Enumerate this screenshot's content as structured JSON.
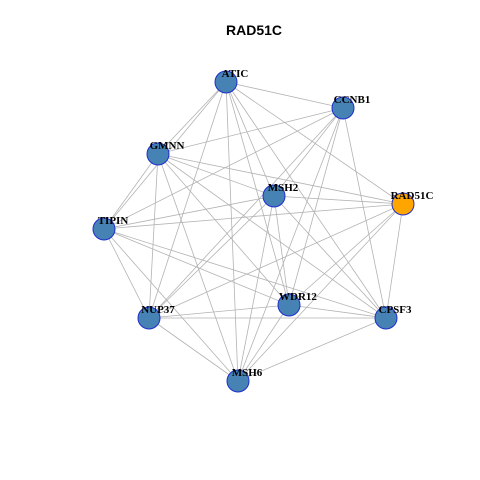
{
  "title": "RAD51C",
  "colors": {
    "default_node": "#4682B4",
    "highlight_node": "#FFA500",
    "node_stroke": "#1f2ecc",
    "edge": "#b3b3b3"
  },
  "nodes": [
    {
      "id": "ATIC",
      "label": "ATIC",
      "highlight": false
    },
    {
      "id": "CCNB1",
      "label": "CCNB1",
      "highlight": false
    },
    {
      "id": "GMNN",
      "label": "GMNN",
      "highlight": false
    },
    {
      "id": "MSH2",
      "label": "MSH2",
      "highlight": false
    },
    {
      "id": "RAD51C",
      "label": "RAD51C",
      "highlight": true
    },
    {
      "id": "TIPIN",
      "label": "TIPIN",
      "highlight": false
    },
    {
      "id": "NUP37",
      "label": "NUP37",
      "highlight": false
    },
    {
      "id": "WDR12",
      "label": "WDR12",
      "highlight": false
    },
    {
      "id": "CPSF3",
      "label": "CPSF3",
      "highlight": false
    },
    {
      "id": "MSH6",
      "label": "MSH6",
      "highlight": false
    }
  ],
  "edges": [
    [
      "ATIC",
      "CCNB1"
    ],
    [
      "ATIC",
      "GMNN"
    ],
    [
      "ATIC",
      "MSH2"
    ],
    [
      "ATIC",
      "RAD51C"
    ],
    [
      "ATIC",
      "TIPIN"
    ],
    [
      "ATIC",
      "NUP37"
    ],
    [
      "ATIC",
      "WDR12"
    ],
    [
      "ATIC",
      "CPSF3"
    ],
    [
      "ATIC",
      "MSH6"
    ],
    [
      "CCNB1",
      "GMNN"
    ],
    [
      "CCNB1",
      "MSH2"
    ],
    [
      "CCNB1",
      "TIPIN"
    ],
    [
      "CCNB1",
      "NUP37"
    ],
    [
      "CCNB1",
      "WDR12"
    ],
    [
      "CCNB1",
      "CPSF3"
    ],
    [
      "CCNB1",
      "MSH6"
    ],
    [
      "GMNN",
      "MSH2"
    ],
    [
      "GMNN",
      "RAD51C"
    ],
    [
      "GMNN",
      "TIPIN"
    ],
    [
      "GMNN",
      "NUP37"
    ],
    [
      "GMNN",
      "WDR12"
    ],
    [
      "GMNN",
      "CPSF3"
    ],
    [
      "GMNN",
      "MSH6"
    ],
    [
      "MSH2",
      "RAD51C"
    ],
    [
      "MSH2",
      "TIPIN"
    ],
    [
      "MSH2",
      "NUP37"
    ],
    [
      "MSH2",
      "WDR12"
    ],
    [
      "MSH2",
      "CPSF3"
    ],
    [
      "MSH2",
      "MSH6"
    ],
    [
      "RAD51C",
      "TIPIN"
    ],
    [
      "RAD51C",
      "NUP37"
    ],
    [
      "RAD51C",
      "WDR12"
    ],
    [
      "RAD51C",
      "CPSF3"
    ],
    [
      "RAD51C",
      "MSH6"
    ],
    [
      "TIPIN",
      "NUP37"
    ],
    [
      "TIPIN",
      "WDR12"
    ],
    [
      "TIPIN",
      "CPSF3"
    ],
    [
      "TIPIN",
      "MSH6"
    ],
    [
      "NUP37",
      "WDR12"
    ],
    [
      "NUP37",
      "CPSF3"
    ],
    [
      "NUP37",
      "MSH6"
    ],
    [
      "WDR12",
      "CPSF3"
    ],
    [
      "WDR12",
      "MSH6"
    ],
    [
      "CPSF3",
      "MSH6"
    ]
  ]
}
